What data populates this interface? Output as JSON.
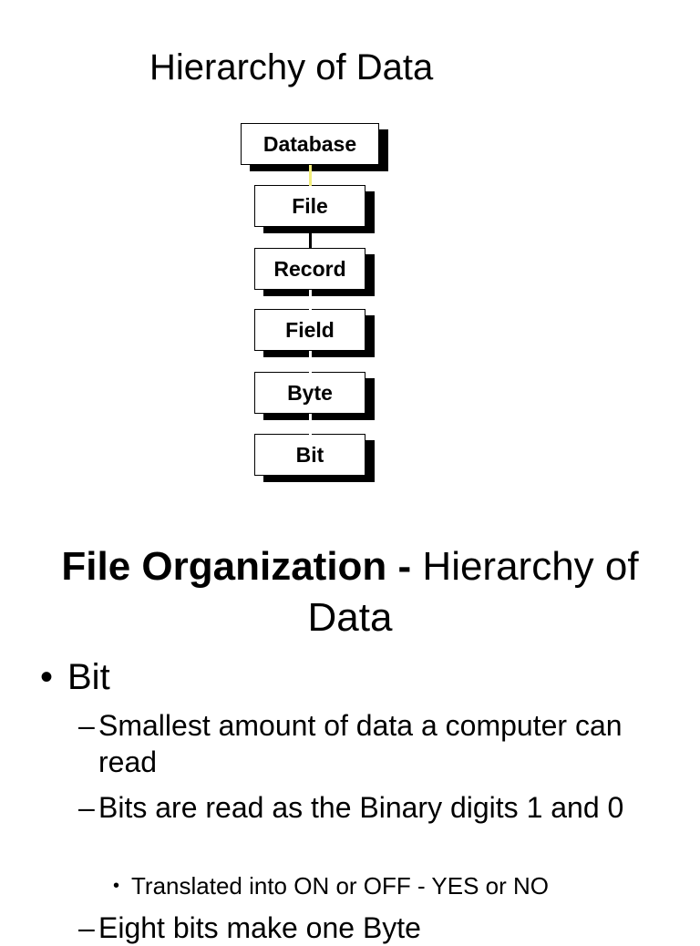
{
  "slide": {
    "title": "Hierarchy of Data"
  },
  "diagram": {
    "levels": [
      "Database",
      "File",
      "Record",
      "Field",
      "Byte",
      "Bit"
    ]
  },
  "section": {
    "title_bold": "File Organization -",
    "title_rest": " Hierarchy of Data"
  },
  "bullets": {
    "level1": "Bit",
    "level2": [
      "Smallest amount of data a computer can read",
      "Bits are read as the Binary digits 1 and 0",
      "Eight bits make one Byte"
    ],
    "level3": "Translated into ON or OFF  - YES or NO"
  },
  "colors": {
    "top_connector": "#f2ee7a",
    "box_shadow": "#000000"
  }
}
